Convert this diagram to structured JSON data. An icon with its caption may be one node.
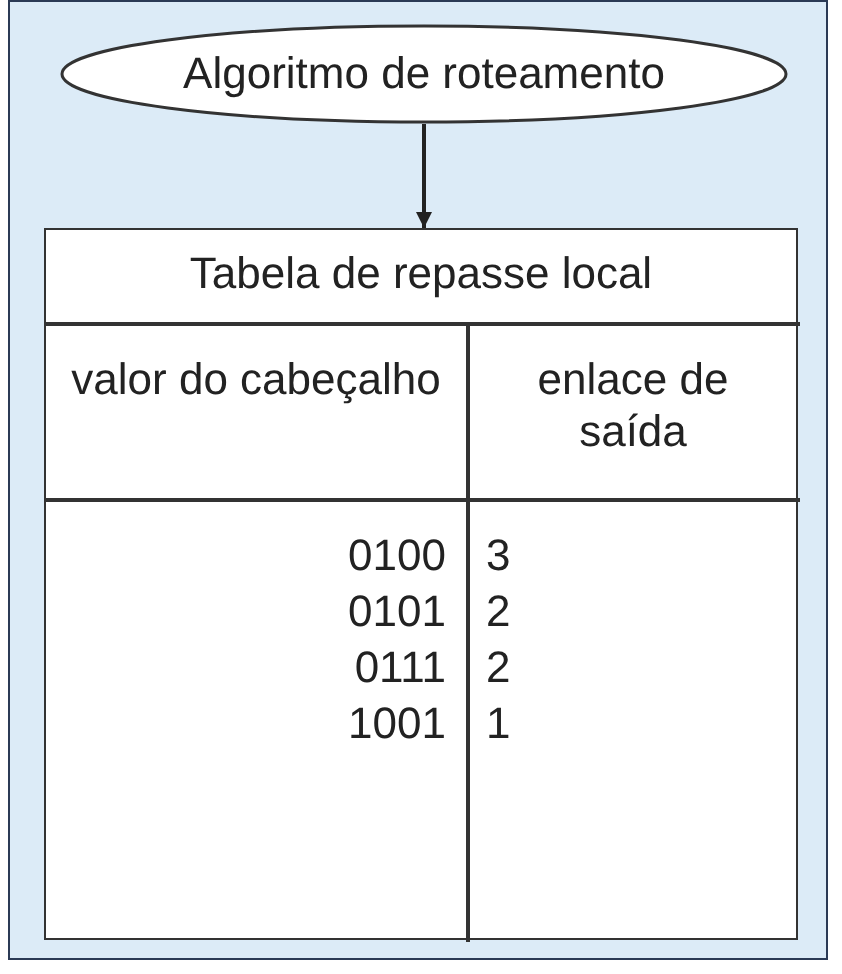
{
  "diagram": {
    "nodes": [
      {
        "text": [
          "Algoritmo de roteamento"
        ]
      },
      {
        "text": [
          "Tabela de repasse local"
        ]
      }
    ],
    "edges": [
      {
        "from": 0,
        "to": 1,
        "arrow": "to"
      }
    ],
    "labels": [
      "valor do cabeçalho",
      "enlace de saída",
      "0100",
      "3",
      "0101",
      "2",
      "0111",
      "2",
      "1001",
      "1"
    ]
  }
}
